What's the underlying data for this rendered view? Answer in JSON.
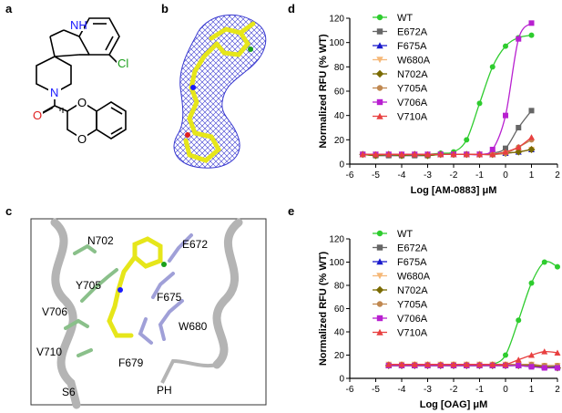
{
  "panels": {
    "a": {
      "letter": "a",
      "atoms": {
        "nh": "NH",
        "cl": "Cl",
        "n": "N",
        "o_carbonyl": "O",
        "o1": "O",
        "o2": "O"
      }
    },
    "b": {
      "letter": "b"
    },
    "c": {
      "letter": "c",
      "labels": [
        "N702",
        "E672",
        "Y705",
        "F675",
        "V706",
        "W680",
        "V710",
        "F679",
        "S6",
        "PH"
      ]
    },
    "d": {
      "letter": "d"
    },
    "e": {
      "letter": "e"
    }
  },
  "colors": {
    "WT": "#2ecc2e",
    "E672A": "#666666",
    "F675A": "#1a1acc",
    "W680A": "#f5b878",
    "N702A": "#7a6a00",
    "Y705A": "#c08850",
    "V706A": "#b820d0",
    "V710A": "#e84040",
    "mesh": "#3838d0",
    "ligand": "#e6e61a",
    "helix": "#b4b4b4",
    "helix_green": "#8ac08a",
    "sidechain_purple": "#a0a0d8"
  },
  "chart_data": [
    {
      "type": "scatter",
      "panel": "d",
      "xlabel": "Log [AM-0883] μM",
      "ylabel": "Normalized RFU (% WT)",
      "xlim": [
        -6,
        2
      ],
      "ylim": [
        0,
        120
      ],
      "xticks": [
        -6,
        -5,
        -4,
        -3,
        -2,
        -1,
        0,
        1,
        2
      ],
      "yticks": [
        0,
        20,
        40,
        60,
        80,
        100,
        120
      ],
      "legend": "top-left",
      "x": [
        -5.5,
        -5.0,
        -4.5,
        -4.0,
        -3.5,
        -3.0,
        -2.5,
        -2.0,
        -1.5,
        -1.0,
        -0.5,
        0.0,
        0.5,
        1.0
      ],
      "series": [
        {
          "name": "WT",
          "marker": "circle",
          "values": [
            8,
            8,
            8,
            8,
            8,
            8,
            9,
            10,
            20,
            50,
            80,
            97,
            104,
            106
          ]
        },
        {
          "name": "E672A",
          "marker": "square",
          "values": [
            8,
            7,
            7,
            7,
            7,
            7,
            8,
            8,
            8,
            8,
            9,
            13,
            30,
            44
          ]
        },
        {
          "name": "F675A",
          "marker": "triangle-up",
          "values": [
            8,
            8,
            8,
            8,
            8,
            8,
            8,
            8,
            8,
            8,
            8,
            9,
            10,
            12
          ]
        },
        {
          "name": "W680A",
          "marker": "triangle-down",
          "values": [
            8,
            8,
            8,
            8,
            8,
            8,
            8,
            8,
            8,
            8,
            8,
            9,
            10,
            12
          ]
        },
        {
          "name": "N702A",
          "marker": "diamond",
          "values": [
            8,
            7,
            8,
            7,
            8,
            7,
            8,
            8,
            8,
            8,
            8,
            9,
            10,
            12
          ]
        },
        {
          "name": "Y705A",
          "marker": "circle",
          "values": [
            8,
            8,
            8,
            8,
            8,
            8,
            8,
            8,
            8,
            8,
            8,
            9,
            14,
            20
          ]
        },
        {
          "name": "V706A",
          "marker": "square",
          "values": [
            8,
            8,
            8,
            8,
            8,
            8,
            8,
            8,
            8,
            8,
            12,
            40,
            103,
            116
          ]
        },
        {
          "name": "V710A",
          "marker": "triangle-up",
          "values": [
            8,
            8,
            8,
            8,
            8,
            8,
            8,
            8,
            8,
            8,
            8,
            10,
            14,
            22
          ]
        }
      ]
    },
    {
      "type": "scatter",
      "panel": "e",
      "xlabel": "Log [OAG] μM",
      "ylabel": "Normalized RFU (% WT)",
      "xlim": [
        -6,
        2
      ],
      "ylim": [
        0,
        120
      ],
      "xticks": [
        -6,
        -5,
        -4,
        -3,
        -2,
        -1,
        0,
        1,
        2
      ],
      "yticks": [
        0,
        20,
        40,
        60,
        80,
        100,
        120
      ],
      "legend": "top-left",
      "x": [
        -4.5,
        -4.0,
        -3.5,
        -3.0,
        -2.5,
        -2.0,
        -1.5,
        -1.0,
        -0.5,
        0.0,
        0.5,
        1.0,
        1.5,
        2.0
      ],
      "series": [
        {
          "name": "WT",
          "marker": "circle",
          "values": [
            11,
            11,
            11,
            11,
            11,
            11,
            11,
            11,
            12,
            20,
            50,
            82,
            100,
            96
          ]
        },
        {
          "name": "E672A",
          "marker": "square",
          "values": [
            11,
            11,
            11,
            11,
            11,
            11,
            11,
            11,
            11,
            11,
            11,
            10,
            10,
            9
          ]
        },
        {
          "name": "F675A",
          "marker": "triangle-up",
          "values": [
            11,
            11,
            11,
            11,
            11,
            11,
            11,
            11,
            11,
            11,
            11,
            11,
            10,
            10
          ]
        },
        {
          "name": "W680A",
          "marker": "triangle-down",
          "values": [
            12,
            12,
            12,
            12,
            12,
            12,
            12,
            12,
            12,
            12,
            12,
            12,
            11,
            11
          ]
        },
        {
          "name": "N702A",
          "marker": "diamond",
          "values": [
            11,
            11,
            11,
            11,
            11,
            11,
            11,
            11,
            11,
            11,
            11,
            11,
            10,
            9
          ]
        },
        {
          "name": "Y705A",
          "marker": "circle",
          "values": [
            12,
            12,
            12,
            12,
            12,
            12,
            12,
            12,
            12,
            12,
            12,
            12,
            11,
            11
          ]
        },
        {
          "name": "V706A",
          "marker": "square",
          "values": [
            11,
            11,
            11,
            11,
            11,
            11,
            11,
            11,
            11,
            11,
            11,
            10,
            9,
            9
          ]
        },
        {
          "name": "V710A",
          "marker": "triangle-up",
          "values": [
            12,
            12,
            12,
            12,
            12,
            12,
            12,
            12,
            12,
            12,
            16,
            20,
            23,
            22
          ]
        }
      ]
    }
  ]
}
